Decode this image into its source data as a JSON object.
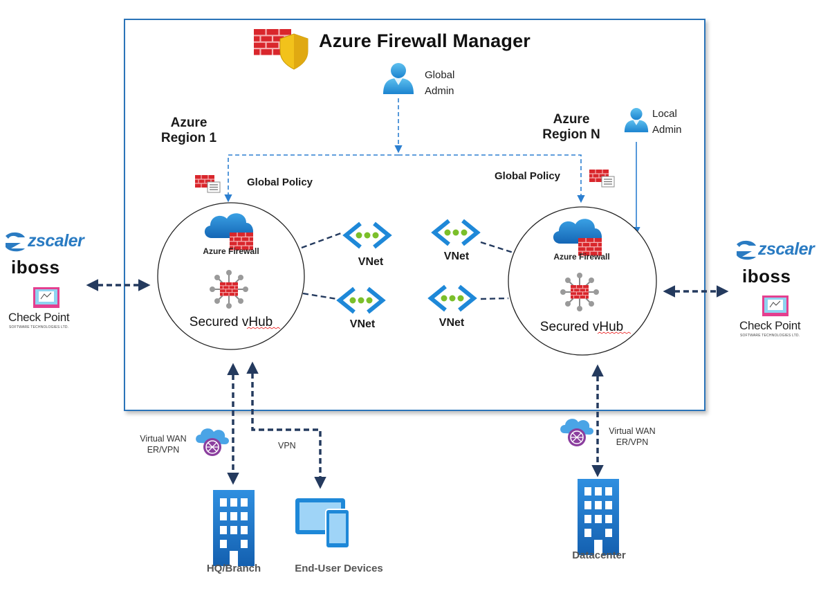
{
  "title": "Azure Firewall Manager",
  "global_admin": {
    "line1": "Global",
    "line2": "Admin"
  },
  "local_admin": {
    "line1": "Local",
    "line2": "Admin"
  },
  "region_left": {
    "line1": "Azure",
    "line2": "Region 1"
  },
  "region_right": {
    "line1": "Azure",
    "line2": "Region N"
  },
  "policy_left": "Global Policy",
  "policy_right": "Global Policy",
  "hub_left": {
    "firewall": "Azure Firewall",
    "label": "Secured vHub"
  },
  "hub_right": {
    "firewall": "Azure Firewall",
    "label": "Secured vHub"
  },
  "vnets": [
    "VNet",
    "VNet",
    "VNet",
    "VNet"
  ],
  "left_vendors": {
    "zscaler": "zscaler",
    "iboss": "iboss",
    "checkpoint": "Check Point",
    "checkpoint_sub": "SOFTWARE TECHNOLOGIES LTD."
  },
  "right_vendors": {
    "zscaler": "zscaler",
    "iboss": "iboss",
    "checkpoint": "Check Point",
    "checkpoint_sub": "SOFTWARE TECHNOLOGIES LTD."
  },
  "wan_left": {
    "line1": "Virtual WAN",
    "line2": "ER/VPN"
  },
  "wan_right": {
    "line1": "Virtual WAN",
    "line2": "ER/VPN"
  },
  "vpn": "VPN",
  "hq_branch": "HQ/Branch",
  "end_user_devices": "End-User Devices",
  "datacenter": "Datacenter",
  "colors": {
    "azure_blue": "#1e88d8",
    "frame": "#2b73b8",
    "dark_connector": "#243a5e",
    "firewall_red": "#d9262c",
    "shield_gold": "#f2c21b",
    "vnet_green": "#7bbf2a"
  },
  "icons": [
    "firewall-manager-icon",
    "user-icon",
    "firewall-policy-icon",
    "cloud-firewall-icon",
    "hub-firewall-icon",
    "vnet-icon",
    "virtual-wan-icon",
    "building-icon",
    "devices-icon"
  ]
}
